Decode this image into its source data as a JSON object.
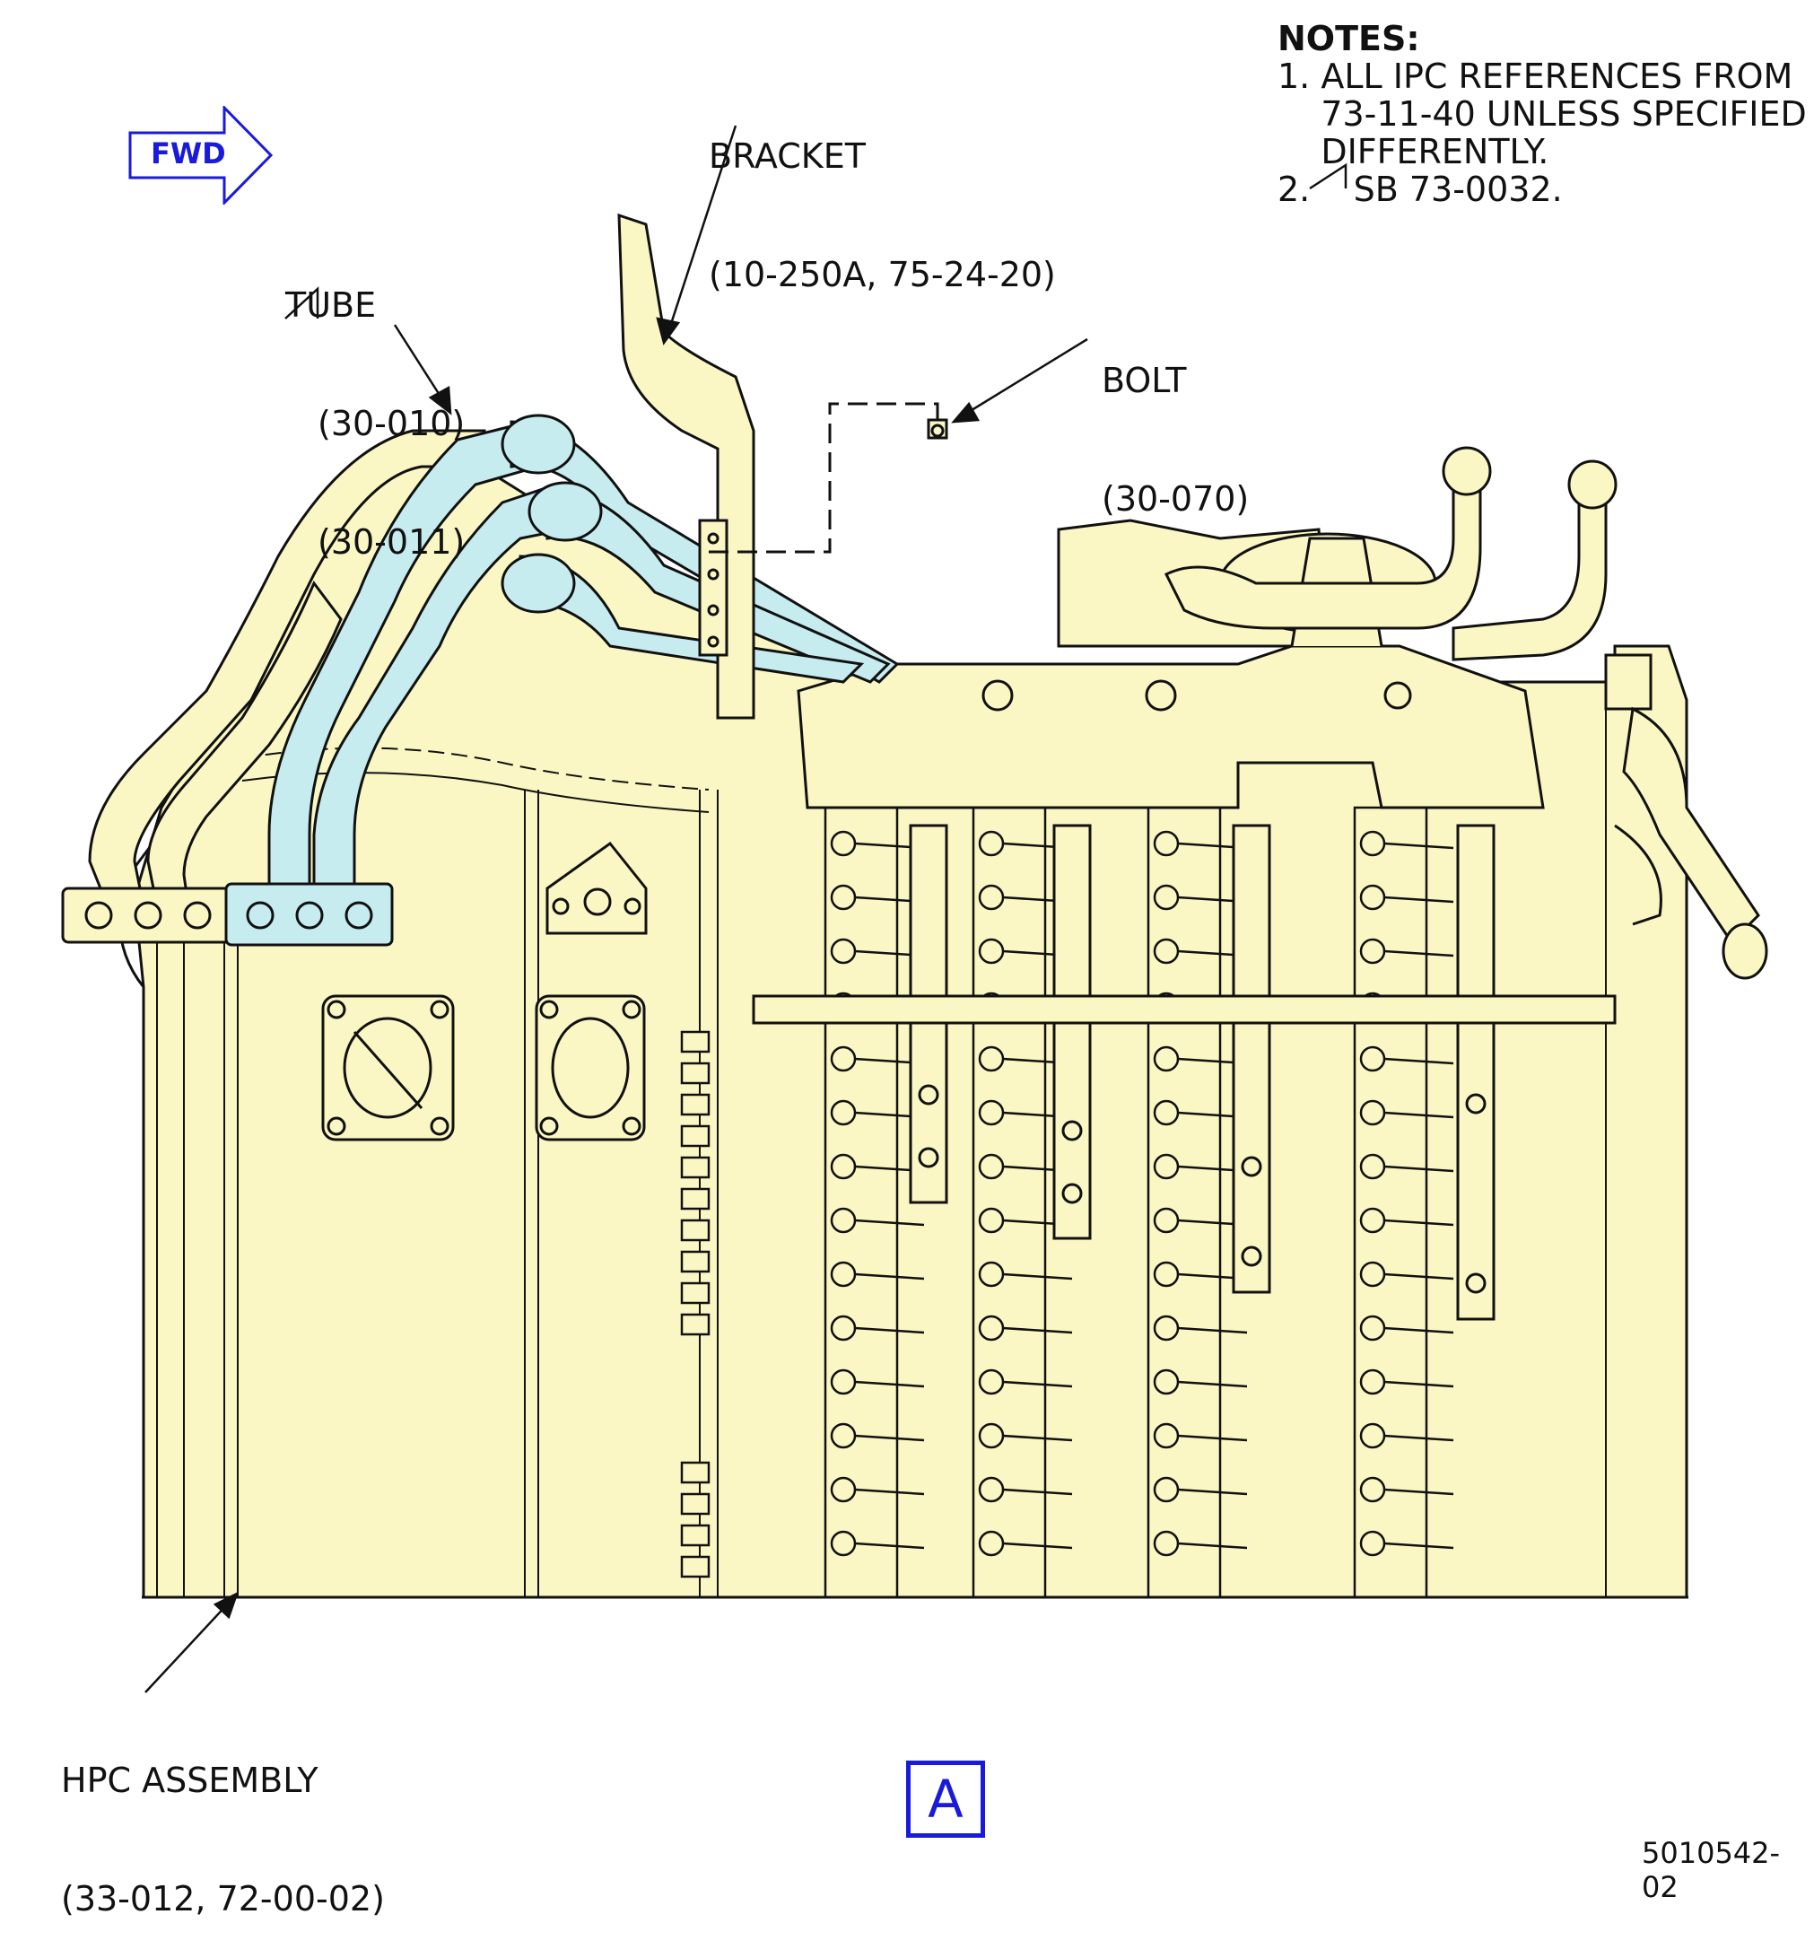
{
  "orientation": {
    "fwd_label": "FWD"
  },
  "callouts": {
    "bracket": {
      "name": "BRACKET",
      "ref": "(10-250A, 75-24-20)"
    },
    "tube": {
      "name": "TUBE",
      "ref1": "(30-010)",
      "ref2": "(30-011)"
    },
    "bolt": {
      "name": "BOLT",
      "ref": "(30-070)"
    },
    "hpc": {
      "name": "HPC ASSEMBLY",
      "ref": "(33-012, 72-00-02)"
    }
  },
  "notes": {
    "header": "NOTES:",
    "item1_line1": "1. ALL IPC REFERENCES FROM",
    "item1_line2": "    73-11-40 UNLESS SPECIFIED",
    "item1_line3": "    DIFFERENTLY.",
    "item2": "2.    SB 73-0032."
  },
  "view_label": "A",
  "document_number": "5010542-02",
  "colors": {
    "engine_fill": "#fbf7c4",
    "tube_highlight": "#c6ecef",
    "line": "#111111",
    "accent_blue": "#1a1adb"
  }
}
